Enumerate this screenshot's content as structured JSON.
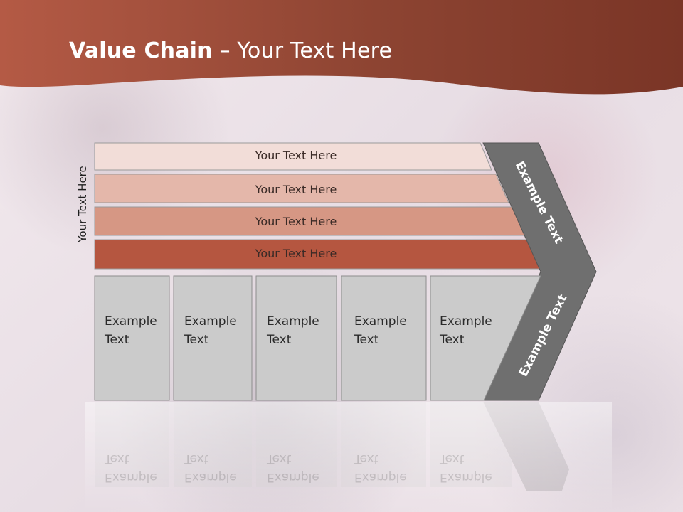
{
  "slide": {
    "title_bold": "Value Chain",
    "title_rest": " – Your Text Here",
    "side_label": "Your Text Here",
    "bars": [
      {
        "label": "Your Text Here",
        "color": "#f2ddd8"
      },
      {
        "label": "Your Text Here",
        "color": "#e4b7aa"
      },
      {
        "label": "Your Text Here",
        "color": "#d69784"
      },
      {
        "label": "Your Text Here",
        "color": "#b55640"
      }
    ],
    "boxes": [
      {
        "label": "Example\nText"
      },
      {
        "label": "Example\nText"
      },
      {
        "label": "Example\nText"
      },
      {
        "label": "Example\nText"
      },
      {
        "label": "Example\nText"
      }
    ],
    "chevron_top_label": "Example Text",
    "chevron_bottom_label": "Example Text",
    "colors": {
      "header": "#8a3f2c",
      "chevron": "#6f6f6f",
      "box": "#cbcbcb"
    }
  }
}
